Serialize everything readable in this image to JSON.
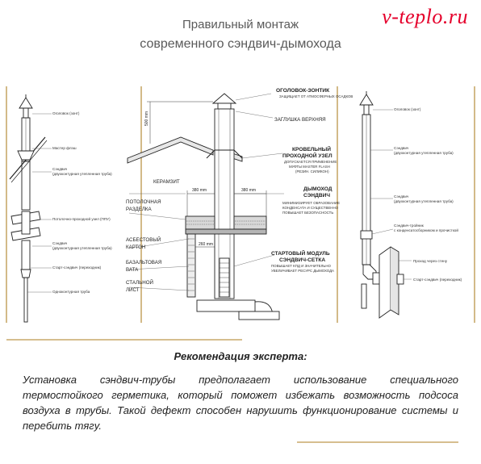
{
  "header": {
    "title_line1": "Правильный монтаж",
    "title_line2": "современного сэндвич-дымохода",
    "logo_text": "v-teplo.ru"
  },
  "left_labels": [
    "Оголовок (зонт)",
    "Мастер флэш",
    "Сэндвич",
    "(двухконтурная утепленная труба)",
    "Потолочно-проходной узел (ППУ)",
    "Сэндвич",
    "(двухконтурная утепленная труба)",
    "Старт-сэндвич (переходник)",
    "Одноконтурная труба"
  ],
  "center": {
    "dims": {
      "h500": "500 mm",
      "w380a": "380 mm",
      "w380b": "380 mm",
      "w260": "260 mm"
    },
    "left_labels": [
      "КЕРАМЗИТ",
      "ПОТОЛОЧНАЯ",
      "РАЗДЕЛКА",
      "АСБЕСТОВЫЙ",
      "КАРТОН",
      "БАЗАЛЬТОВАЯ",
      "ВАТА",
      "СТАЛЬНОЙ",
      "ЛИСТ"
    ],
    "right": {
      "ogolovok": "ОГОЛОВОК-ЗОНТИК",
      "ogolovok_sub": "ЗАЩИЩАЕТ ОТ АТМОСФЕРНЫХ ОСАДКОВ",
      "zaglushka": "ЗАГЛУШКА ВЕРХНЯЯ",
      "krovelny1": "КРОВЕЛЬНЫЙ",
      "krovelny2": "ПРОХОДНОЙ УЗЕЛ",
      "krovelny_sub1": "ДОПУСКАЕТСЯ ПРИМЕНЕНИЕ",
      "krovelny_sub2": "МУФТЫ MASTER FLASH",
      "krovelny_sub3": "(РЕЗИН. СИЛИКОН)",
      "dymohod1": "ДЫМОХОД",
      "dymohod2": "СЭНДВИЧ",
      "dymohod_sub1": "МИНИМИЗИРУЕТ ОБРАЗОВАНИЕ",
      "dymohod_sub2": "КОНДЕНСАТА И СУЩЕСТВЕННО",
      "dymohod_sub3": "ПОВЫШАЕТ БЕЗОПАСНОСТЬ",
      "start1": "СТАРТОВЫЙ МОДУЛЬ",
      "start2": "СЭНДВИЧ-СЕТКА",
      "start_sub1": "ПОВЫШАЕТ КПД И ЗНАЧИТЕЛЬНО",
      "start_sub2": "УВЕЛИЧИВАЕТ РЕСУРС ДЫМОХОДА"
    }
  },
  "right_labels": [
    "Оголовок (зонт)",
    "Сэндвич",
    "(двухконтурная утепленная труба)",
    "Сэндвич",
    "(двухконтурная утепленная труба)",
    "Сэндвич-тройник",
    "с конденсатосборником и прочисткой",
    "Проход через стену",
    "Старт-сэндвич (переходник)"
  ],
  "recommendation": {
    "title": "Рекомендация эксперта:",
    "text": "Установка сэндвич-трубы предполагает использование специального термостойкого герметика, который поможет избежать возможность подсоса воздуха в трубы. Такой дефект способен нарушить функционирование системы и перебить тягу."
  },
  "colors": {
    "frame_accent": "#c8a86a",
    "logo": "#e5002b",
    "title": "#5a5a5a"
  }
}
